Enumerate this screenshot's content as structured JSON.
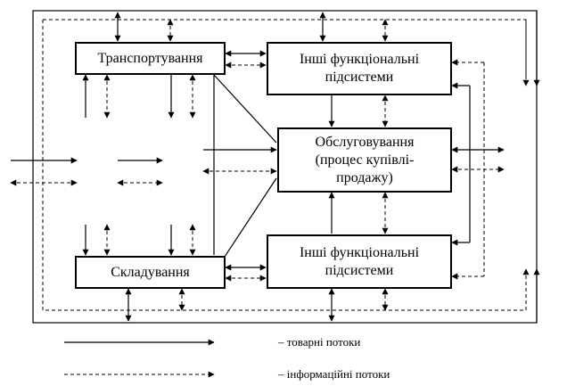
{
  "diagram": {
    "boxes": {
      "transport": "Транспортування",
      "storage": "Складування",
      "other_top": "Інші функціональні\nпідсистеми",
      "service": "Обслуговування\n(процес купівлі-\nпродажу)",
      "other_bottom": "Інші функціональні\nпідсистеми"
    },
    "legend": {
      "goods": "–      товарні потоки",
      "info": "–      інформаційні потоки"
    }
  }
}
